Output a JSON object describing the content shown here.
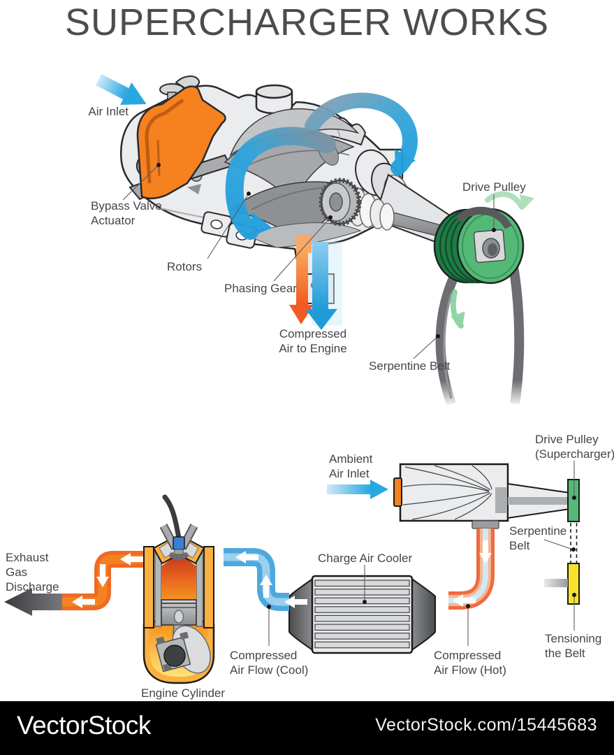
{
  "title": "SUPERCHARGER WORKS",
  "upper": {
    "name": "supercharger cutaway diagram",
    "labels": {
      "air_inlet": "Air Inlet",
      "bypass_valve_actuator": "Bypass Valve\nActuator",
      "rotors": "Rotors",
      "phasing_gear": "Phasing Gear",
      "compressed_air_to_engine": "Compressed\nAir to Engine",
      "drive_pulley": "Drive Pulley",
      "serpentine_belt": "Serpentine Belt"
    }
  },
  "lower": {
    "name": "supercharger airflow schematic",
    "labels": {
      "ambient_air_inlet": "Ambient\nAir Inlet",
      "drive_pulley_supercharger": "Drive Pulley\n(Supercharger)",
      "serpentine_belt": "Serpentine\nBelt",
      "charge_air_cooler": "Charge Air Cooler",
      "exhaust_gas_discharge": "Exhaust\nGas\nDischarge",
      "compressed_air_flow_cool": "Compressed\nAir Flow (Cool)",
      "compressed_air_flow_hot": "Compressed\nAir Flow (Hot)",
      "tensioning_the_belt": "Tensioning\nthe Belt",
      "engine_cylinder": "Engine Cylinder"
    }
  },
  "footer": {
    "brand": "VectorStock",
    "url": "VectorStock.com/15445683"
  },
  "colors": {
    "accent_blue": "#29A8E0",
    "accent_orange": "#F5821F",
    "exhaust_orange": "#F26C21",
    "pulley_green": "#54B877",
    "pulley_green_dark": "#1E7B44",
    "rotation_green": "#A8DCB6",
    "belt_gray": "#6D6E71",
    "tensioner_yellow": "#F8E22B",
    "engine_yellow": "#FBB040",
    "housing_gray": "#EBECED",
    "label_text": "#454548",
    "footer_bg": "#000000"
  }
}
